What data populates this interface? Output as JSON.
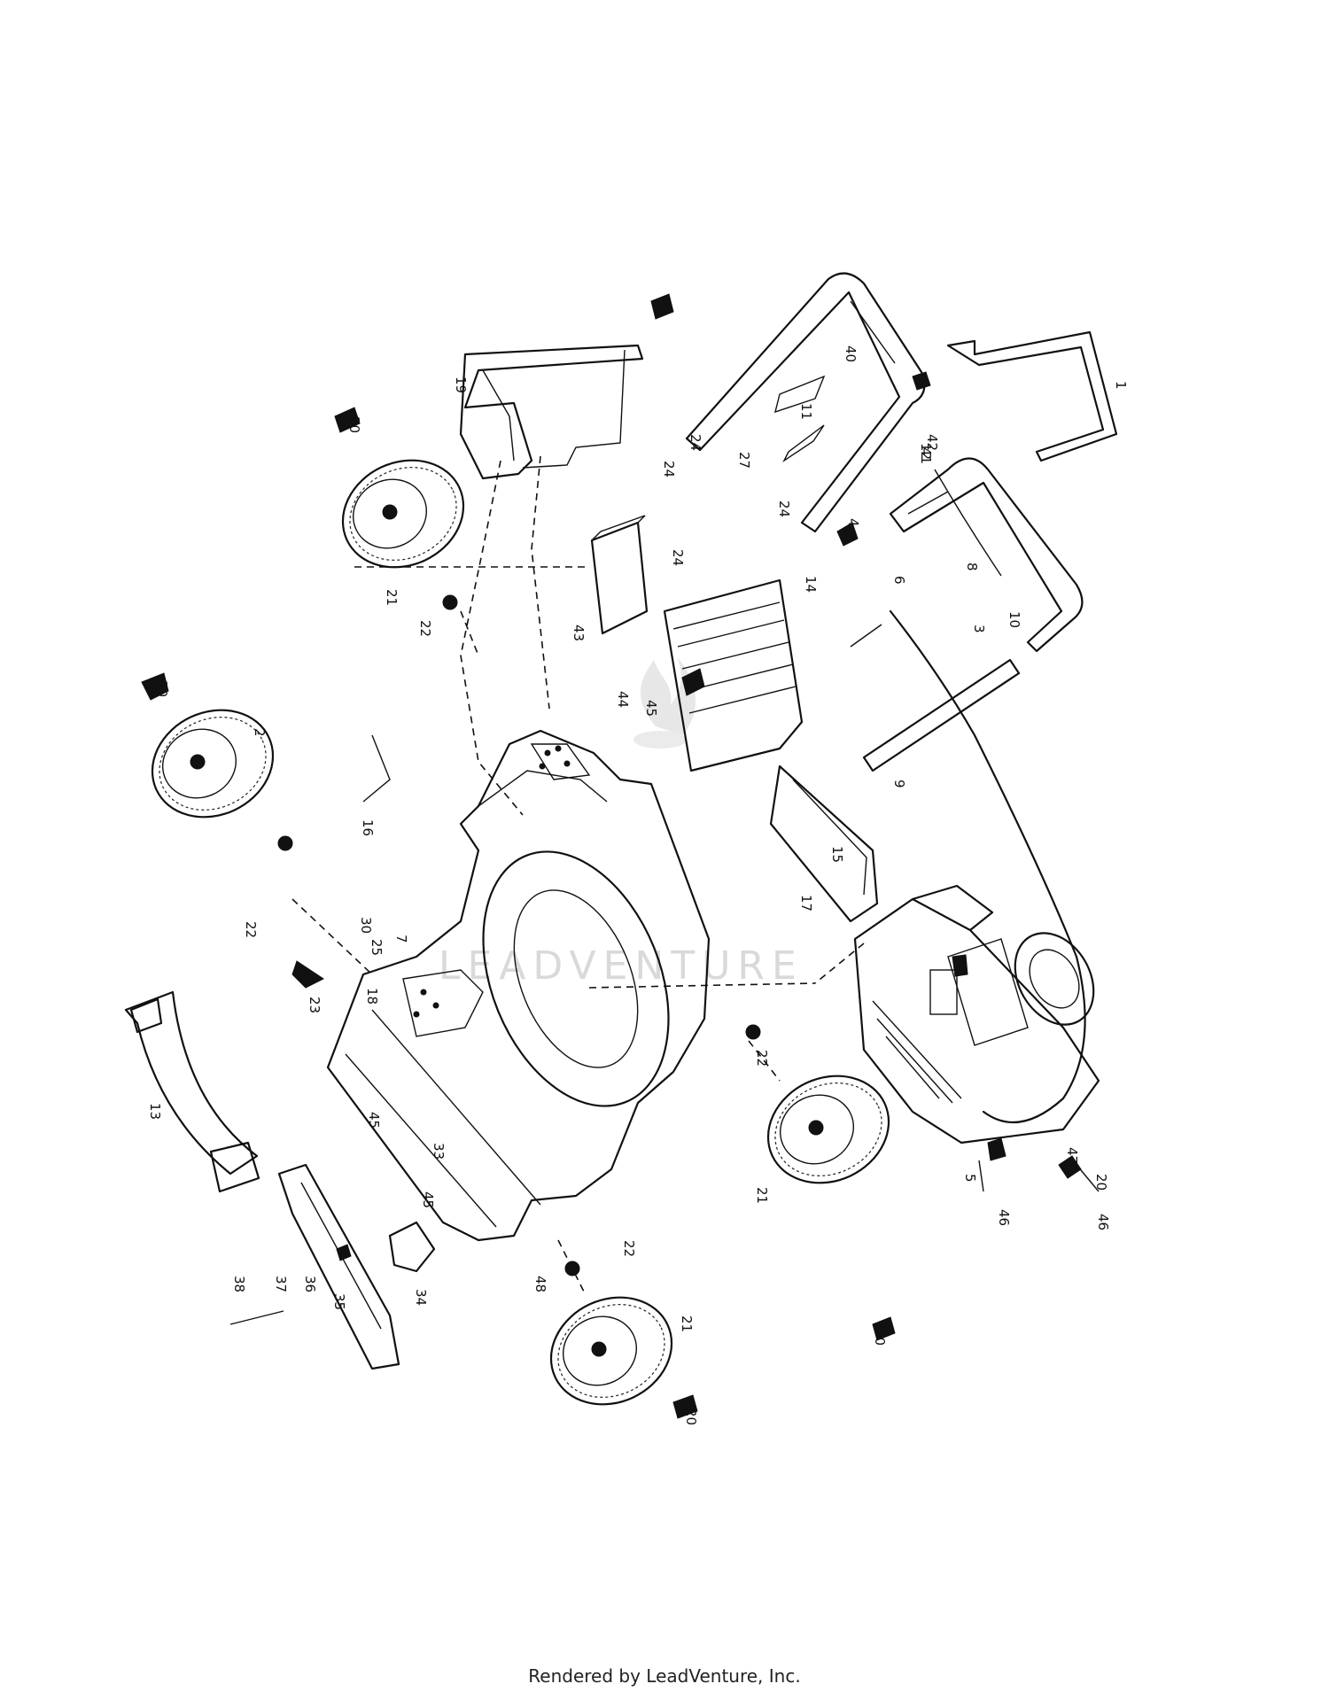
{
  "footer": {
    "text": "Rendered by LeadVenture, Inc."
  },
  "watermark": {
    "text": "LEADVENTURE"
  },
  "callouts": [
    "1",
    "2",
    "3",
    "4",
    "5",
    "6",
    "7",
    "8",
    "9",
    "10",
    "11",
    "12",
    "13",
    "14",
    "15",
    "16",
    "17",
    "18",
    "19",
    "20",
    "20",
    "20",
    "20",
    "20",
    "21",
    "21",
    "21",
    "22",
    "22",
    "22",
    "22",
    "23",
    "24",
    "24",
    "24",
    "24",
    "25",
    "27",
    "30",
    "33",
    "34",
    "35",
    "36",
    "37",
    "38",
    "40",
    "41",
    "42",
    "43",
    "44",
    "45",
    "45",
    "45",
    "46",
    "46",
    "47",
    "48"
  ]
}
